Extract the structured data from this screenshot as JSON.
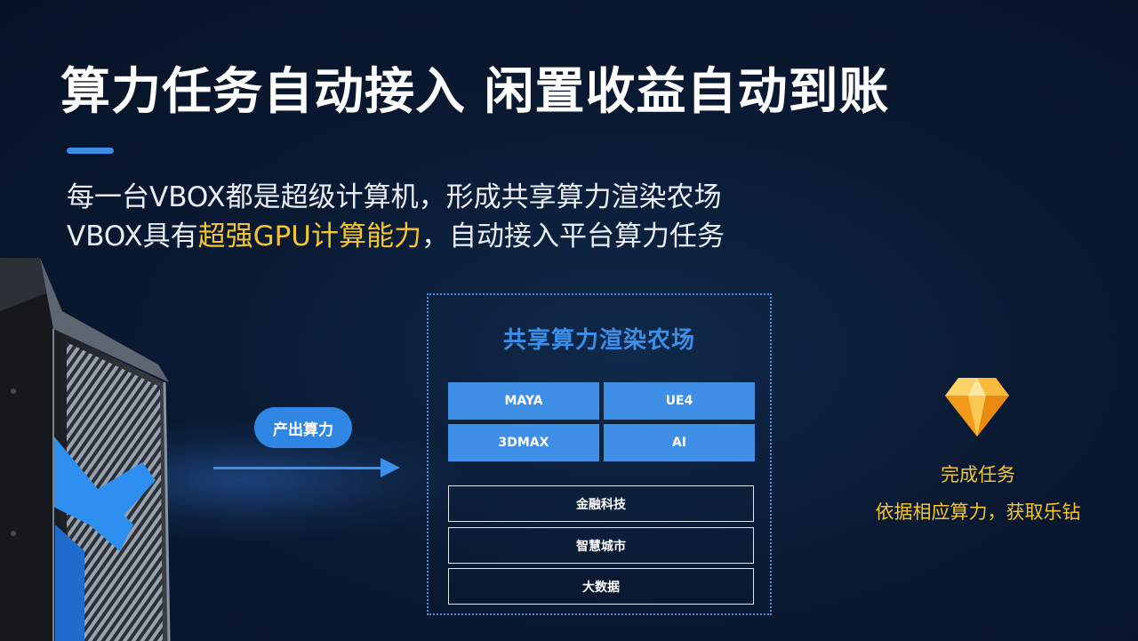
{
  "title": "算力任务自动接入  闲置收益自动到账",
  "subtitle": {
    "line1": "每一台VBOX都是超级计算机，形成共享算力渲染农场",
    "line2_prefix": "VBOX具有",
    "line2_highlight": "超强GPU计算能力",
    "line2_suffix": "，自动接入平台算力任务"
  },
  "flow": {
    "pill_label": "产出算力"
  },
  "farm": {
    "title": "共享算力渲染农场",
    "software": [
      "MAYA",
      "UE4",
      "3DMAX",
      "AI"
    ],
    "fields": [
      "金融科技",
      "智慧城市",
      "大数据"
    ]
  },
  "reward": {
    "line1": "完成任务",
    "line2": "依据相应算力，获取乐钻"
  },
  "colors": {
    "accent_blue": "#3b8de6",
    "highlight_yellow": "#f5c531",
    "background": "#0a1a33"
  }
}
